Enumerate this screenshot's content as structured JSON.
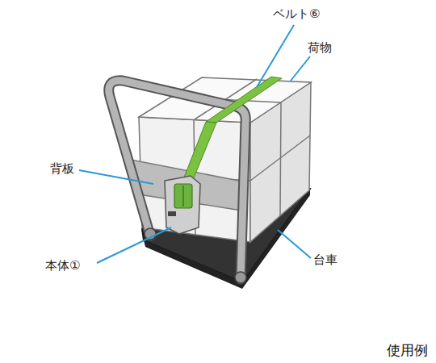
{
  "diagram": {
    "caption": "使用例",
    "labels": [
      "ベルト⑥",
      "荷物",
      "背板",
      "本体①",
      "台車"
    ]
  }
}
